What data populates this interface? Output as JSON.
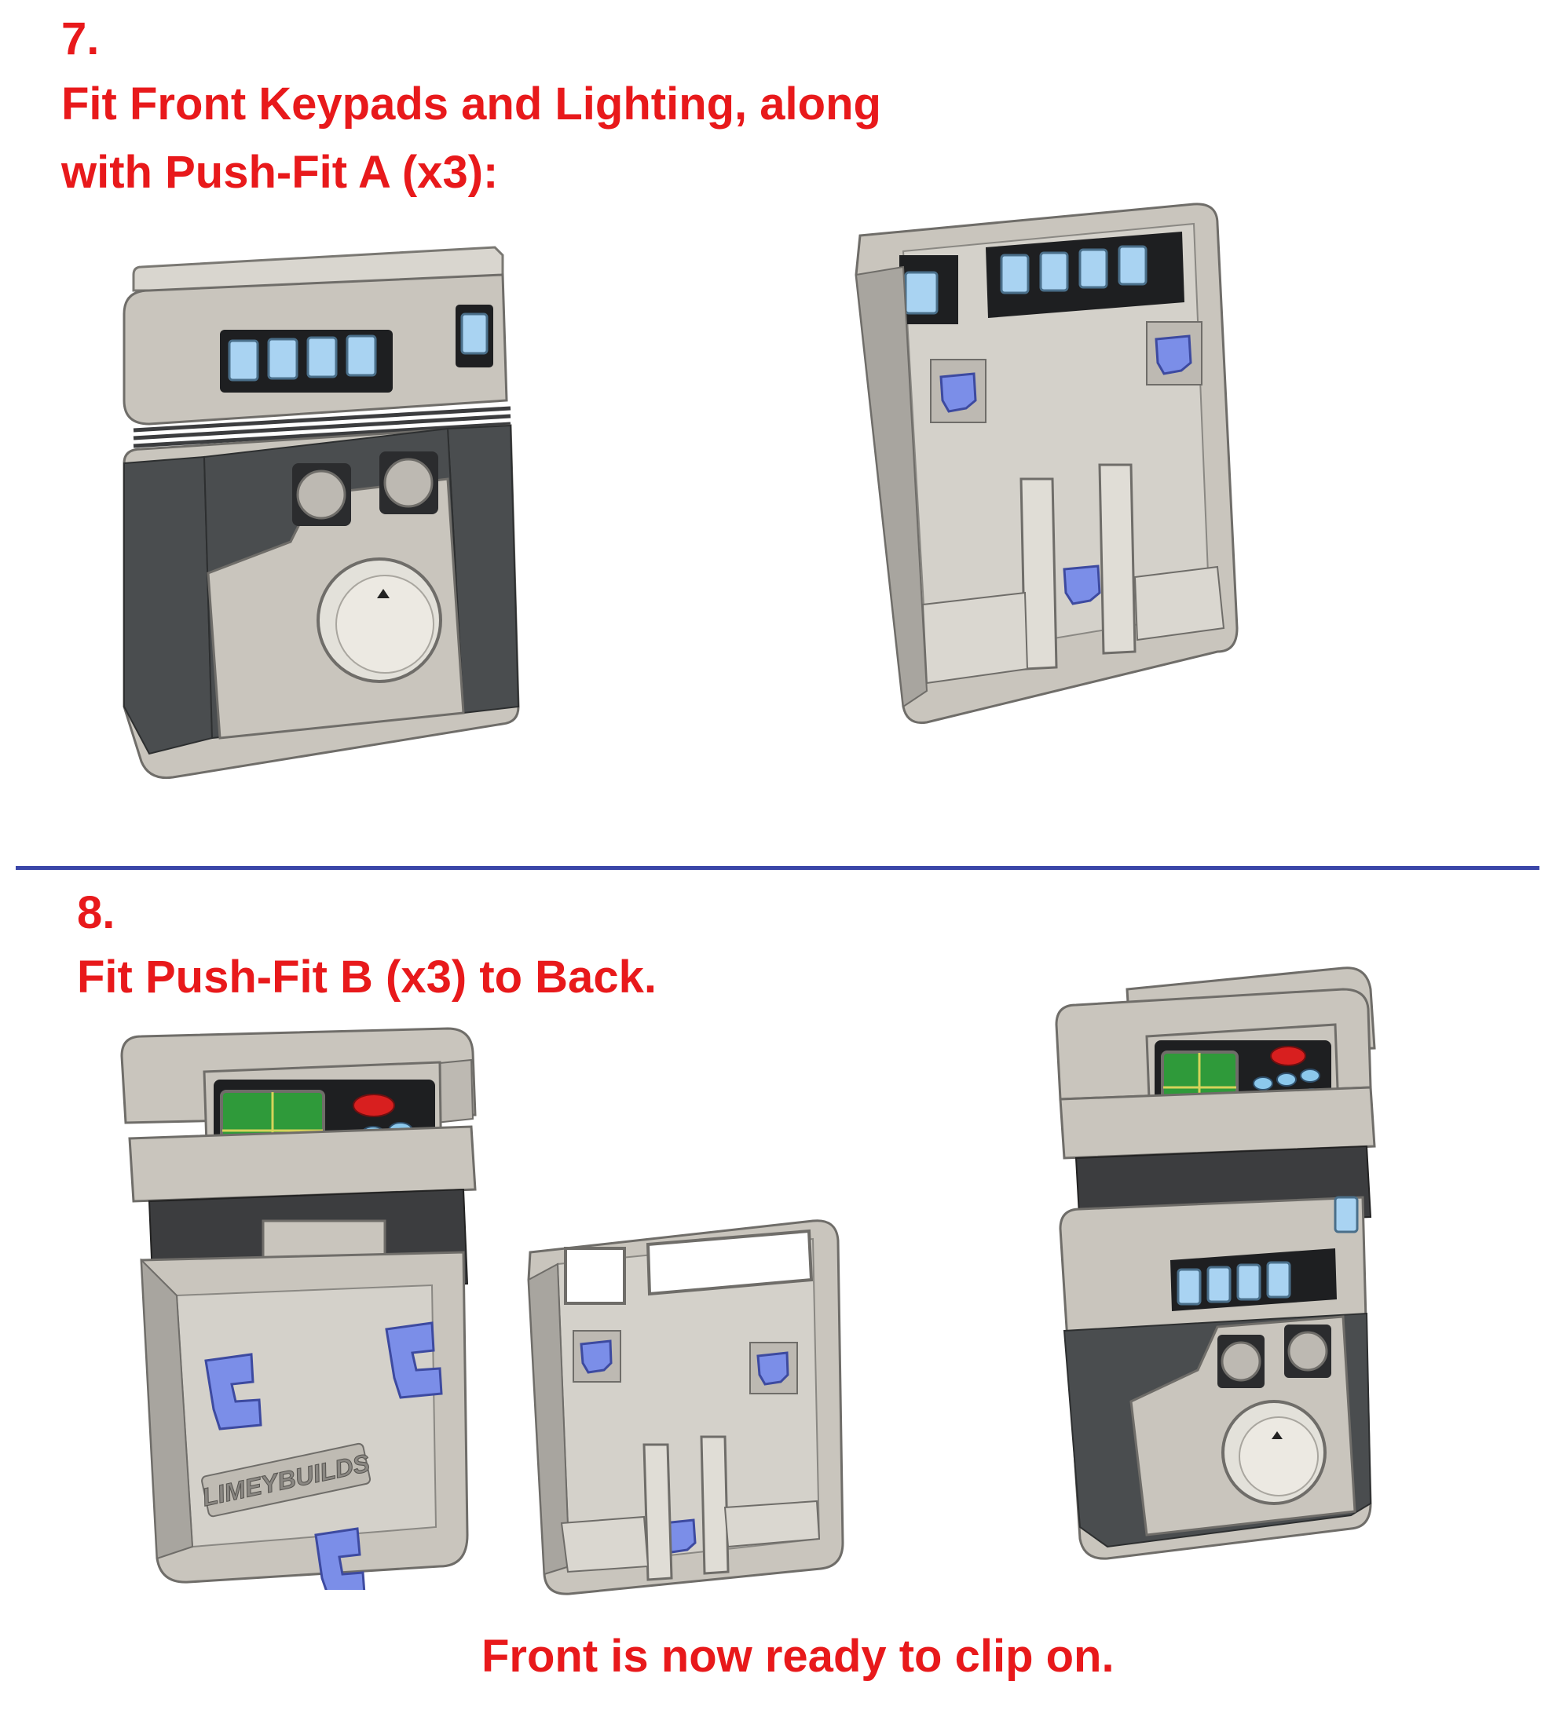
{
  "step7": {
    "number": "7.",
    "title_line1": "Fit Front Keypads and Lighting, along",
    "title_line2": "with Push-Fit A (x3):"
  },
  "step8": {
    "number": "8.",
    "title": "Fit Push-Fit B (x3) to Back.",
    "footer": "Front is now ready to clip on."
  },
  "logo_text": "LIMEYBUILDS",
  "colors": {
    "heading": "#e8191b",
    "divider": "#3a46a8",
    "body": "#c9c5bd",
    "dark_panel": "#4a4d4f",
    "keypad_light": "#a9d3f2",
    "push_fit": "#7b8ee8",
    "screen": "#2f9a3a",
    "red_button": "#d81f1f",
    "blue_buttons": "#8cc8ec"
  }
}
